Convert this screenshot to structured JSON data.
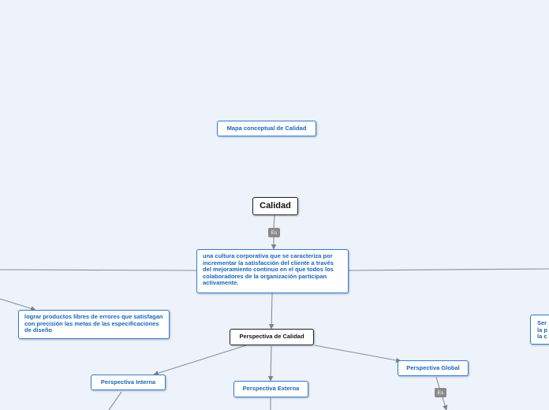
{
  "map": {
    "title": "Mapa conceptual de Calidad",
    "root": "Calidad",
    "connector_root": "Es",
    "definition": "una cultura corporativa que se caracteriza por incrementar la satisfacción del cliente a través del mejoramiento continuo en el que todos los colaboradores de la organización participan activamente.",
    "goal": "lograr productos libres de errores que satisfagan con precisión las metas de las especificaciones de diseño",
    "perspective": "Perspectiva de Calidad",
    "perspective_internal": "Perspectiva Interna",
    "perspective_external": "Perspectiva Externa",
    "perspective_global": "Perspectiva Global",
    "connector_global": "Es",
    "right_partial": [
      "Ser",
      "la p",
      "la c"
    ]
  },
  "colors": {
    "background": "#eef2fa",
    "node_border": "#2f7fc9",
    "node_text": "#1a66b8",
    "line": "#8a8f99",
    "tag": "#8a8a8a"
  }
}
